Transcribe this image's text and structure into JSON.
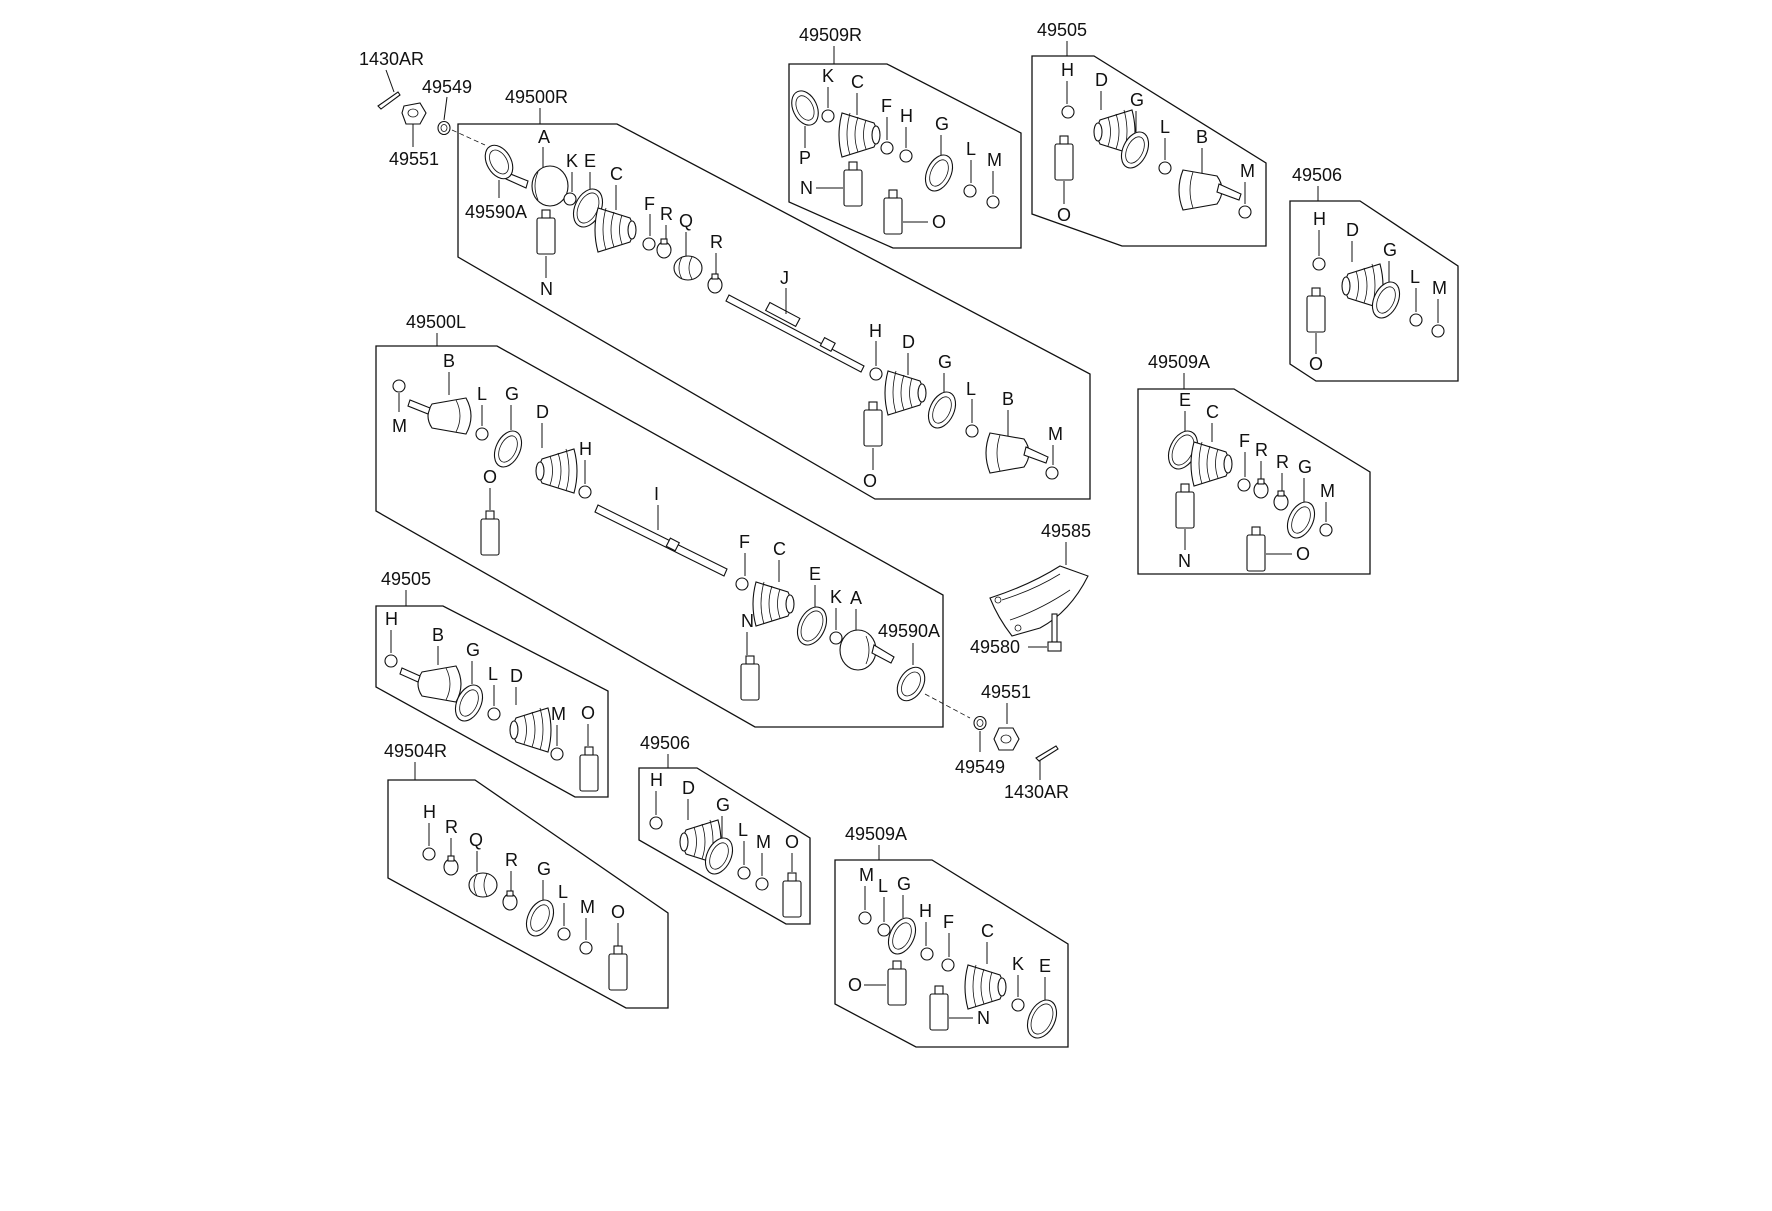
{
  "labels": {
    "top_1430ar": "1430AR",
    "top_49549": "49549",
    "top_49551": "49551",
    "main_49500r": "49500R",
    "r_a": "A",
    "r_k": "K",
    "r_e": "E",
    "r_c": "C",
    "r_49590a": "49590A",
    "r_f": "F",
    "r_r1": "R",
    "r_q": "Q",
    "r_r2": "R",
    "r_n": "N",
    "r_j": "J",
    "r_h": "H",
    "r_d": "D",
    "r_g": "G",
    "r_l": "L",
    "r_b": "B",
    "r_m": "M",
    "r_o": "O",
    "main_49500l": "49500L",
    "l_b": "B",
    "l_m": "M",
    "l_l": "L",
    "l_g": "G",
    "l_d": "D",
    "l_h": "H",
    "l_o": "O",
    "l_i": "I",
    "l_f": "F",
    "l_c": "C",
    "l_e": "E",
    "l_k": "K",
    "l_a": "A",
    "l_n": "N",
    "l_49590a": "49590A",
    "bot_49551": "49551",
    "bot_49549": "49549",
    "bot_1430ar": "1430AR",
    "kit_49509r": "49509R",
    "k1_k": "K",
    "k1_c": "C",
    "k1_f": "F",
    "k1_h": "H",
    "k1_p": "P",
    "k1_g": "G",
    "k1_l": "L",
    "k1_m": "M",
    "k1_n": "N",
    "k1_o": "O",
    "kit_49505_top": "49505",
    "k2_h": "H",
    "k2_d": "D",
    "k2_g": "G",
    "k2_l": "L",
    "k2_b": "B",
    "k2_m": "M",
    "k2_o": "O",
    "kit_49506_right": "49506",
    "k3_h": "H",
    "k3_d": "D",
    "k3_g": "G",
    "k3_l": "L",
    "k3_m": "M",
    "k3_o": "O",
    "kit_49509a_right": "49509A",
    "k4_e": "E",
    "k4_c": "C",
    "k4_f": "F",
    "k4_r1": "R",
    "k4_r2": "R",
    "k4_g": "G",
    "k4_m": "M",
    "k4_n": "N",
    "k4_o": "O",
    "part_49585": "49585",
    "part_49580": "49580",
    "kit_49505_left": "49505",
    "k5_h": "H",
    "k5_b": "B",
    "k5_g": "G",
    "k5_l": "L",
    "k5_d": "D",
    "k5_m": "M",
    "k5_o": "O",
    "kit_49504r": "49504R",
    "k6_h": "H",
    "k6_r1": "R",
    "k6_q": "Q",
    "k6_r2": "R",
    "k6_g": "G",
    "k6_l": "L",
    "k6_m": "M",
    "k6_o": "O",
    "kit_49506_mid": "49506",
    "k7_h": "H",
    "k7_d": "D",
    "k7_g": "G",
    "k7_l": "L",
    "k7_m": "M",
    "k7_o": "O",
    "kit_49509a_bottom": "49509A",
    "k8_m": "M",
    "k8_l": "L",
    "k8_g": "G",
    "k8_h": "H",
    "k8_f": "F",
    "k8_c": "C",
    "k8_k": "K",
    "k8_e": "E",
    "k8_o": "O",
    "k8_n": "N"
  }
}
